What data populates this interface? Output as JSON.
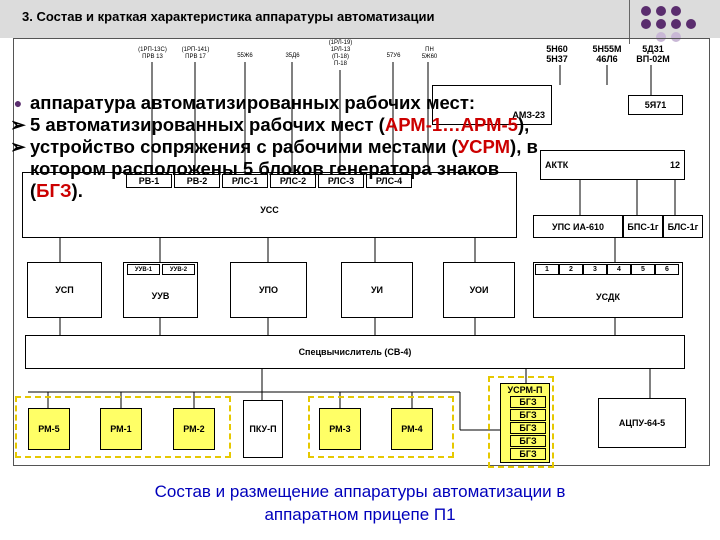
{
  "header": {
    "title": "3. Состав и краткая характеристика аппаратуры автоматизации"
  },
  "diagram": {
    "top_small": [
      "(1РП-13С)\nПРВ 13",
      "(1РП-141)\nПРВ 17",
      "55Ж6",
      "35Д6",
      "(1РЛ-19)\n1РЛ-13\n(П-18)\nП-18",
      "57У6",
      "ПН\n5Ж60"
    ],
    "top_right": [
      "5Н60\n5Н37",
      "5Н55М\n46Л6",
      "5Д31\nВП-02М"
    ],
    "am3": "АМЗ-23",
    "b5ya71": "5Я71",
    "aktk": "АКТК",
    "b12": "12",
    "rv": [
      "РВ-1",
      "РВ-2",
      "РЛС-1",
      "РЛС-2",
      "РЛС-3",
      "РЛС-4"
    ],
    "uss": "УСС",
    "ups": "УПС ИА-610",
    "bps": "БПС-1г",
    "bls": "БЛС-1г",
    "uuv_small": [
      "УУВ-1",
      "УУВ-2"
    ],
    "usdk_nums": [
      "1",
      "2",
      "3",
      "4",
      "5",
      "6"
    ],
    "row": [
      "УСП",
      "УУВ",
      "УПО",
      "УИ",
      "УОИ",
      "УСДК"
    ],
    "sv": "Спецвычислитель (СВ-4)",
    "rm": [
      "РМ-5",
      "РМ-1",
      "РМ-2",
      "ПКУ-П",
      "РМ-3",
      "РМ-4"
    ],
    "usrm_p": "УСРМ-П",
    "bgz": [
      "БГЗ",
      "БГЗ",
      "БГЗ",
      "БГЗ",
      "БГЗ"
    ],
    "atspu": "АЦПУ-64-5"
  },
  "bullets": {
    "b1": "аппаратура автоматизированных рабочих мест:",
    "b2_pre": "5 автоматизированных рабочих мест (",
    "b2_red": "АРМ-1…АРМ-5",
    "b2_post": "),",
    "b3_pre": "устройство сопряжения с рабочими местами (",
    "b3_red": "УСРМ",
    "b3_post": "), в",
    "b3_cont": "котором расположены 5 блоков генератора знаков",
    "b3_l3_pre": "(",
    "b3_l3_red": "БГЗ",
    "b3_l3_post": ")."
  },
  "caption": {
    "line1": "Состав и размещение аппаратуры автоматизации в",
    "line2": "аппаратном прицепе П1"
  },
  "colors": {
    "highlight": "#ffff66",
    "dashed_border": "#e6c800",
    "bullet_red": "#cc0000",
    "caption_blue": "#0000bb",
    "dot_purple": "#5a2d6e"
  }
}
